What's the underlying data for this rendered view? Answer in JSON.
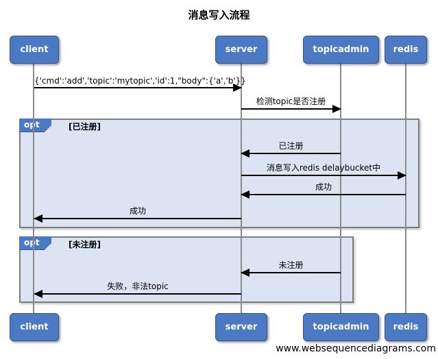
{
  "title": "消息写入流程",
  "watermark": "www.websequencediagrams.com",
  "colors": {
    "actor_fill": "#4b79c4",
    "actor_border": "#34558b",
    "frame_fill": "#dce3f3",
    "frame_border": "#7d7d7d",
    "lifeline": "#8a8a8a",
    "arrow": "#000000"
  },
  "participants": [
    {
      "name": "client"
    },
    {
      "name": "server"
    },
    {
      "name": "topicadmin"
    },
    {
      "name": "redis"
    }
  ],
  "frames": [
    {
      "operator": "opt",
      "guard": "[已注册]"
    },
    {
      "operator": "opt",
      "guard": "[未注册]"
    }
  ],
  "messages": [
    {
      "label": "{'cmd':'add','topic':'mytopic','id':1,\"body\":{'a','b'}}",
      "from": "client",
      "to": "server",
      "direction": "right"
    },
    {
      "label": "检测topic是否注册",
      "from": "server",
      "to": "topicadmin",
      "direction": "right"
    },
    {
      "label": "已注册",
      "from": "topicadmin",
      "to": "server",
      "direction": "left"
    },
    {
      "label": "消息写入redis delaybucket中",
      "from": "server",
      "to": "redis",
      "direction": "right"
    },
    {
      "label": "成功",
      "from": "redis",
      "to": "server",
      "direction": "left"
    },
    {
      "label": "成功",
      "from": "server",
      "to": "client",
      "direction": "left"
    },
    {
      "label": "未注册",
      "from": "topicadmin",
      "to": "server",
      "direction": "left"
    },
    {
      "label": "失败，非法topic",
      "from": "server",
      "to": "client",
      "direction": "left"
    }
  ]
}
